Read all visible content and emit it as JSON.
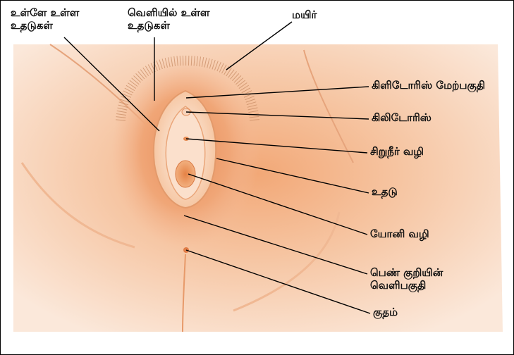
{
  "labels": {
    "inner_lips": [
      "உள்ளே உள்ள",
      "உதடுகள்"
    ],
    "outer_lips": [
      "வெளியில் உள்ள",
      "உதடுகள்"
    ],
    "hair": "மயிர்",
    "clitoral_hood": "கிளிடோரிஸ் மேற்பகுதி",
    "clitoris": "கிலிடோரிஸ்",
    "urethra": "சிறுநீர் வழி",
    "lip": "உதடு",
    "vagina": "யோனி வழி",
    "perineum": [
      "பெண் குறியின்",
      "வெளிபகுதி"
    ],
    "anus": "குதம்"
  },
  "colors": {
    "skin_light": "#fbe6d6",
    "skin_mid": "#f3b68e",
    "skin_dark": "#e9925f",
    "line": "#000000"
  }
}
